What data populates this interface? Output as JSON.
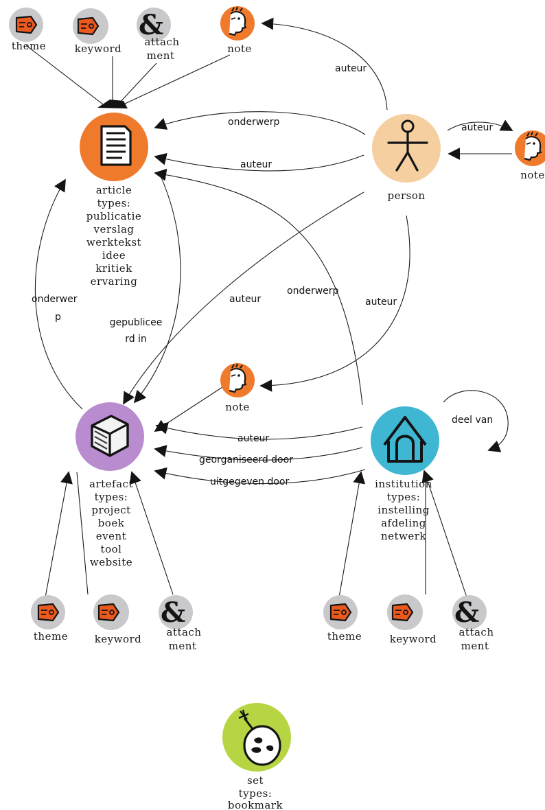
{
  "colors": {
    "orange": "#f07a2c",
    "peach": "#f5cfa0",
    "purple": "#b98ccf",
    "cyan": "#3fb7d3",
    "lime": "#b7d543",
    "grey": "#c9c9cc",
    "ink": "#141414"
  },
  "nodes": {
    "article": {
      "icon": "document-icon",
      "label_lines": [
        "article",
        "types:",
        "publicatie",
        "verslag",
        "werktekst",
        "idee",
        "kritiek",
        "ervaring"
      ]
    },
    "person": {
      "icon": "stick-figure-icon",
      "label_lines": [
        "person"
      ]
    },
    "artefact": {
      "icon": "cube-icon",
      "label_lines": [
        "artefact",
        "types:",
        "project",
        "boek",
        "event",
        "tool",
        "website"
      ]
    },
    "institution": {
      "icon": "house-icon",
      "label_lines": [
        "institution",
        "types:",
        "instelling",
        "afdeling",
        "netwerk"
      ]
    },
    "set": {
      "icon": "bomb-icon",
      "label_lines": [
        "set",
        "types:",
        "bookmark"
      ]
    },
    "note_top": {
      "icon": "face-icon",
      "label_lines": [
        "note"
      ]
    },
    "note_right": {
      "icon": "face-icon",
      "label_lines": [
        "note"
      ]
    },
    "note_middle": {
      "icon": "face-icon",
      "label_lines": [
        "note"
      ]
    },
    "theme_top": {
      "icon": "tag-icon",
      "label_lines": [
        "theme"
      ]
    },
    "keyword_top": {
      "icon": "tag-icon",
      "label_lines": [
        "keyword"
      ]
    },
    "attachment_top": {
      "icon": "ampersand-icon",
      "label_lines": [
        "attach",
        "ment"
      ]
    },
    "theme_bl": {
      "icon": "tag-icon",
      "label_lines": [
        "theme"
      ]
    },
    "keyword_bl": {
      "icon": "tag-icon",
      "label_lines": [
        "keyword"
      ]
    },
    "attachment_bl": {
      "icon": "ampersand-icon",
      "label_lines": [
        "attach",
        "ment"
      ]
    },
    "theme_br": {
      "icon": "tag-icon",
      "label_lines": [
        "theme"
      ]
    },
    "keyword_br": {
      "icon": "tag-icon",
      "label_lines": [
        "keyword"
      ]
    },
    "attachment_br": {
      "icon": "ampersand-icon",
      "label_lines": [
        "attach",
        "ment"
      ]
    }
  },
  "edges": {
    "person_note_top": "auteur",
    "person_article_onderwerp": "onderwerp",
    "person_article_auteur": "auteur",
    "person_note_right": "auteur",
    "person_artefact": "auteur",
    "institution_article": "onderwerp",
    "person_note_middle": "auteur",
    "artefact_article": [
      "onderwer",
      "p"
    ],
    "article_artefact": [
      "gepublicee",
      "rd in"
    ],
    "institution_self": "deel van",
    "inst_artefact_auteur": "auteur",
    "inst_artefact_georg": "georganiseerd door",
    "inst_artefact_uitg": "uitgegeven door"
  }
}
